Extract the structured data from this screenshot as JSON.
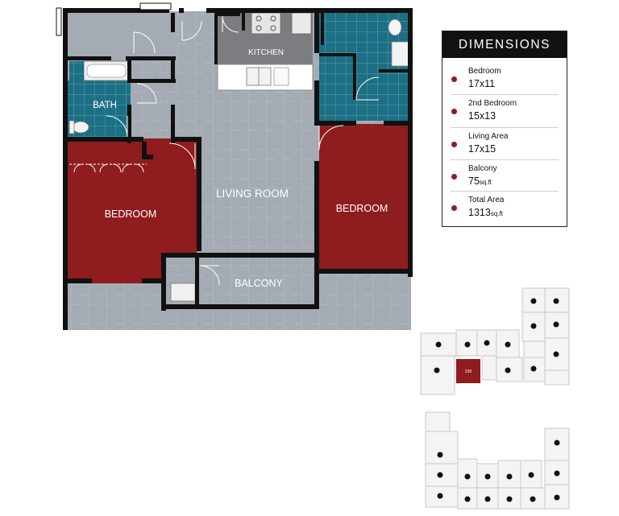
{
  "rooms": {
    "kitchen": "KITCHEN",
    "bath": "BATH",
    "bedroom_left": "BEDROOM",
    "living_room": "LIVING ROOM",
    "bedroom_right": "BEDROOM",
    "balcony": "BALCONY"
  },
  "dimensions": {
    "title": "DIMENSIONS",
    "items": [
      {
        "name": "Bedroom",
        "value": "17x11",
        "unit": ""
      },
      {
        "name": "2nd Bedroom",
        "value": "15x13",
        "unit": ""
      },
      {
        "name": "Living Area",
        "value": "17x15",
        "unit": ""
      },
      {
        "name": "Balcony",
        "value": "75",
        "unit": "sq.ft"
      },
      {
        "name": "Total Area",
        "value": "1313",
        "unit": "sq.ft"
      }
    ]
  },
  "keyplan": {
    "highlighted_unit_label": "239"
  },
  "colors": {
    "wall": "#111111",
    "floor": "#a4abb2",
    "bedroom": "#8f1c1f",
    "tile": "#1c6f84",
    "kitchen": "#7b7d80"
  }
}
